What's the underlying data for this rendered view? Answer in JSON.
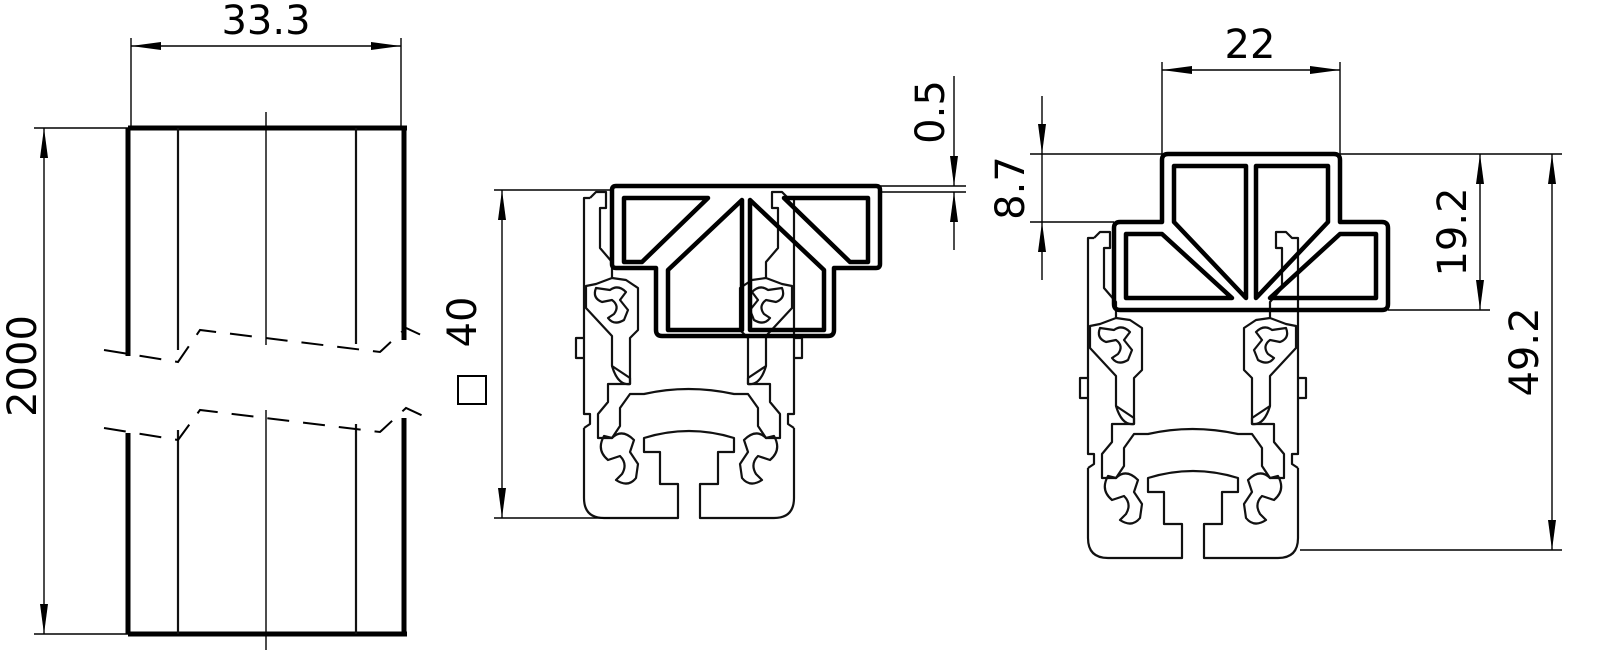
{
  "dimensions": {
    "side_width": "33.3",
    "side_length": "2000",
    "profile_square": "40",
    "square_symbol": "□",
    "gap": "0.5",
    "cover_width": "22",
    "cover_step": "8.7",
    "cover_insert_height": "19.2",
    "total_height": "49.2"
  }
}
